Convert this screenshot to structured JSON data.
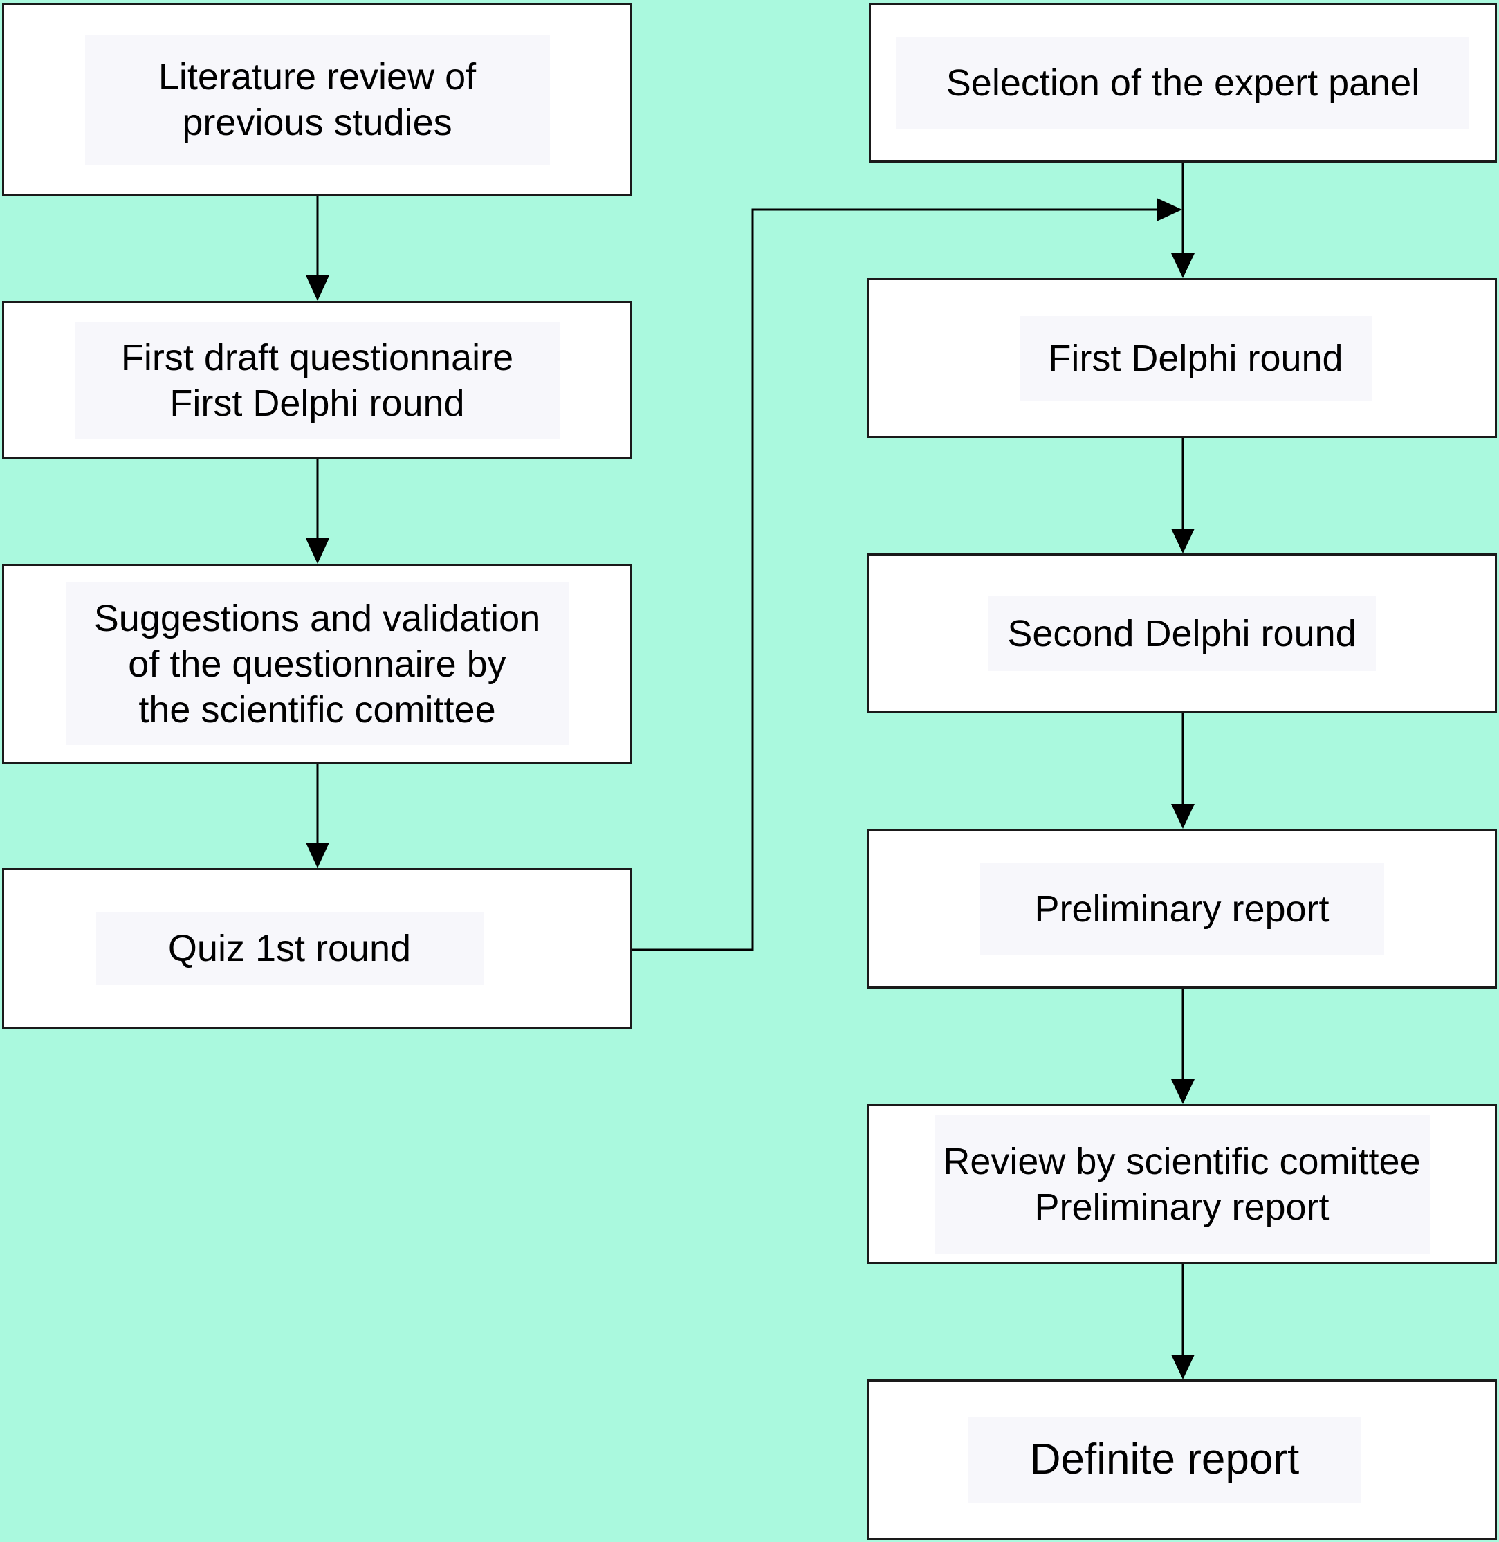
{
  "colors": {
    "background": "#aaf9de",
    "box_fill": "#ffffff",
    "box_border": "#1a1a1a",
    "arrow": "#000000"
  },
  "left_column": [
    {
      "id": "literature-review",
      "lines": [
        "Literature review of",
        "previous studies"
      ]
    },
    {
      "id": "first-draft",
      "lines": [
        "First draft questionnaire",
        "First Delphi round"
      ]
    },
    {
      "id": "suggestions-validation",
      "lines": [
        "Suggestions and validation",
        "of the questionnaire by",
        "the scientific comittee"
      ]
    },
    {
      "id": "quiz-first-round",
      "lines": [
        "Quiz 1st round"
      ]
    }
  ],
  "right_column": [
    {
      "id": "expert-panel",
      "lines": [
        "Selection of the expert panel"
      ]
    },
    {
      "id": "first-delphi",
      "lines": [
        "First Delphi round"
      ]
    },
    {
      "id": "second-delphi",
      "lines": [
        "Second Delphi round"
      ]
    },
    {
      "id": "preliminary-report",
      "lines": [
        "Preliminary report"
      ]
    },
    {
      "id": "review-scientific",
      "lines": [
        "Review by scientific comittee",
        "Preliminary report"
      ]
    },
    {
      "id": "definite-report",
      "lines": [
        "Definite report"
      ]
    }
  ]
}
